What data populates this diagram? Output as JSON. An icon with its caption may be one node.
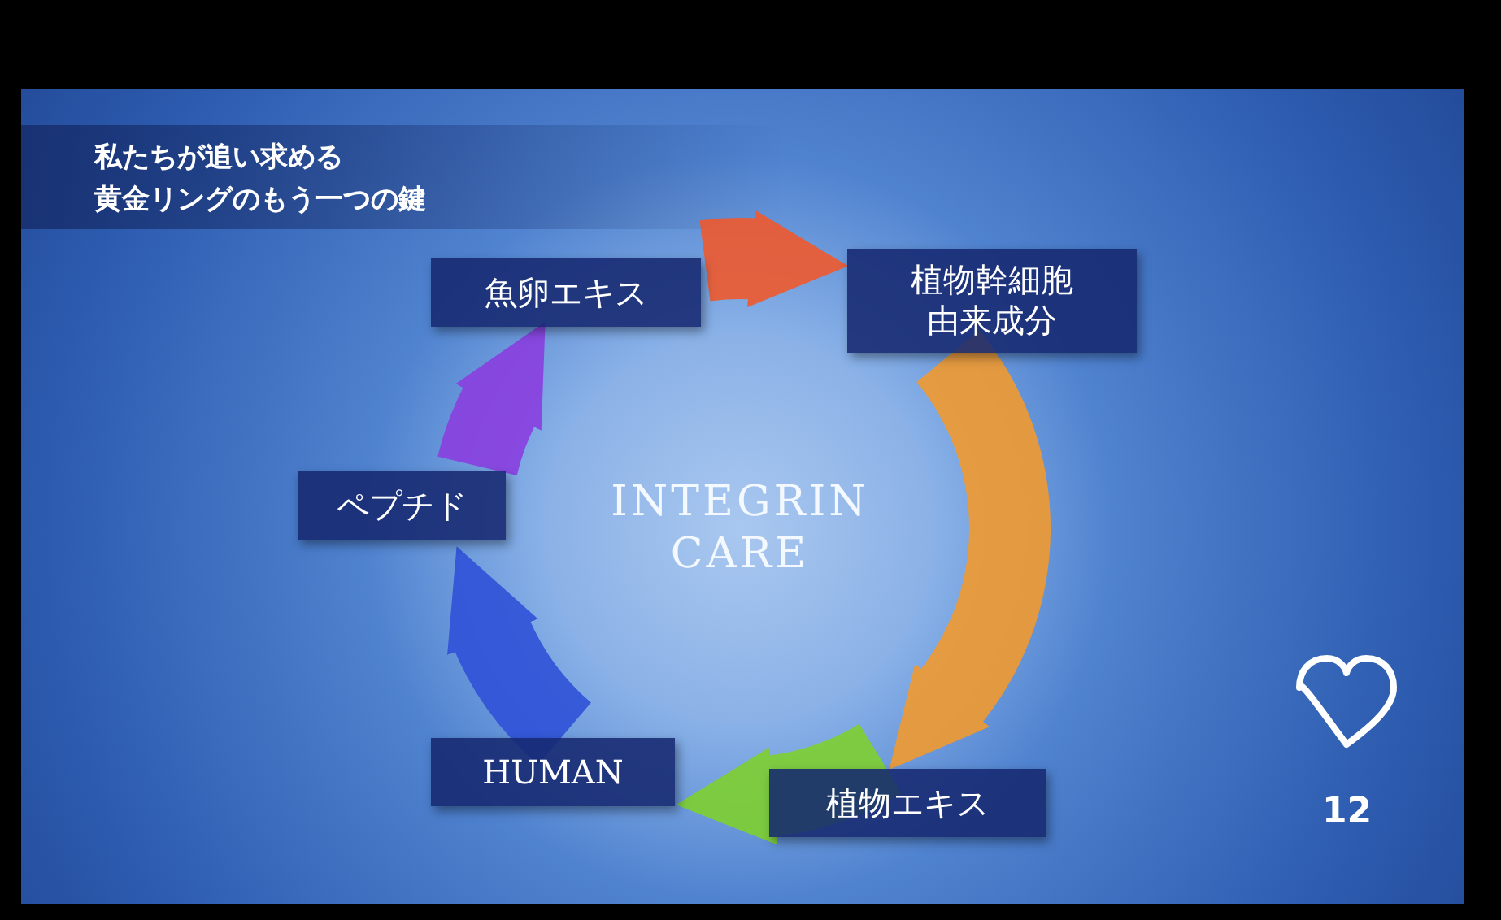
{
  "diagram": {
    "nodes": [
      {
        "text": [
          "INTEGRIN CARE"
        ]
      },
      {
        "text": [
          "魚卵エキス"
        ]
      },
      {
        "text": [
          "植物幹細胞由来成分"
        ]
      },
      {
        "text": [
          "植物エキス"
        ]
      },
      {
        "text": [
          "HUMAN"
        ]
      },
      {
        "text": [
          "ペプチド"
        ]
      }
    ],
    "edges": [
      {
        "from": 1,
        "to": 2,
        "arrow": "to",
        "color": "#ef5a2e"
      },
      {
        "from": 2,
        "to": 3,
        "arrow": "to",
        "color": "#f09a30"
      },
      {
        "from": 3,
        "to": 4,
        "arrow": "to",
        "color": "#7fd030"
      },
      {
        "from": 4,
        "to": 5,
        "arrow": "to",
        "color": "#2f52d8"
      },
      {
        "from": 5,
        "to": 1,
        "arrow": "to",
        "color": "#8a3fe0"
      }
    ],
    "labels": [
      "私たちが追い求める",
      "黄金リングのもう一つの鍵",
      "12"
    ]
  }
}
